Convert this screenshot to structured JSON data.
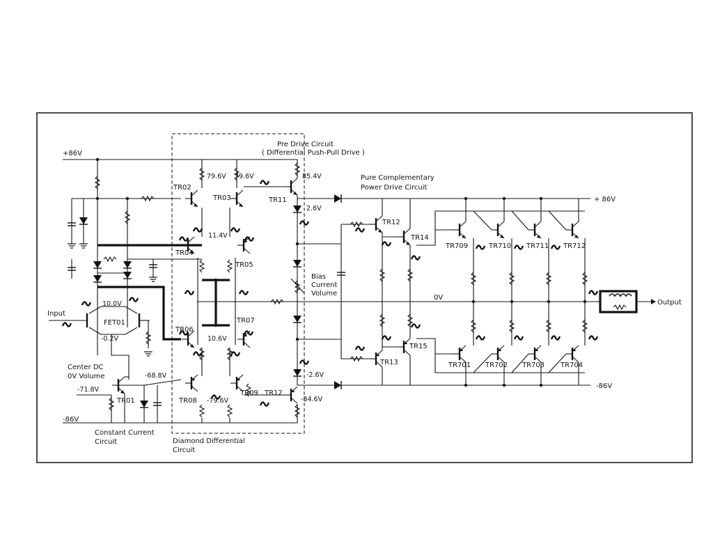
{
  "diagram": {
    "rails": {
      "pos_top": "+86V",
      "pos_right": "+ 86V",
      "neg_bottom_left": "-86V",
      "neg_right": "-86V",
      "zero": "0V"
    },
    "blocks": {
      "pre_drive_title": "Pre Drive Circuit",
      "pre_drive_sub": "( Differential Push-Pull Drive )",
      "pure_comp_title": "Pure Complementary",
      "pure_comp_sub": "Power Drive Circuit",
      "diamond_title": "Diamond Differential",
      "diamond_sub": "Circuit",
      "constant_title": "Constant Current",
      "constant_sub": "Circuit",
      "center_dc_title": "Center DC",
      "center_dc_sub": "0V Volume",
      "bias_line1": "Bias",
      "bias_line2": "Current",
      "bias_line3": "Volume",
      "input": "Input",
      "output": "Output"
    },
    "voltages": {
      "v_79_6_a": "79.6V",
      "v_79_6_b": "79.6V",
      "v_85_4": "85.4V",
      "v_2_6_pos": "2.6V",
      "v_11_4": "11.4V",
      "v_10_0": "10.0V",
      "v_0_2": "-0.2V",
      "v_10_6": "10.6V",
      "v_68_8": "-68.8V",
      "v_71_8": "-71.8V",
      "v_79_6_neg": "-79.6V",
      "v_2_6_neg": "-2.6V",
      "v_84_6": "-84.6V"
    },
    "transistors": {
      "tr02": "TR02",
      "tr03": "TR03",
      "tr04": "TR04",
      "tr05": "TR05",
      "tr06": "TR06",
      "tr07": "TR07",
      "tr08": "TR08",
      "tr09": "TR09",
      "tr11": "TR11",
      "tr12_pre": "TR12",
      "tr12": "TR12",
      "tr13": "TR13",
      "tr14": "TR14",
      "tr15": "TR15",
      "fet01": "FET01",
      "tr01": "TR01",
      "tr709": "TR709",
      "tr710": "TR710",
      "tr711": "TR711",
      "tr712": "TR712",
      "tr701": "TR701",
      "tr702": "TR702",
      "tr703": "TR703",
      "tr704": "TR704"
    }
  }
}
